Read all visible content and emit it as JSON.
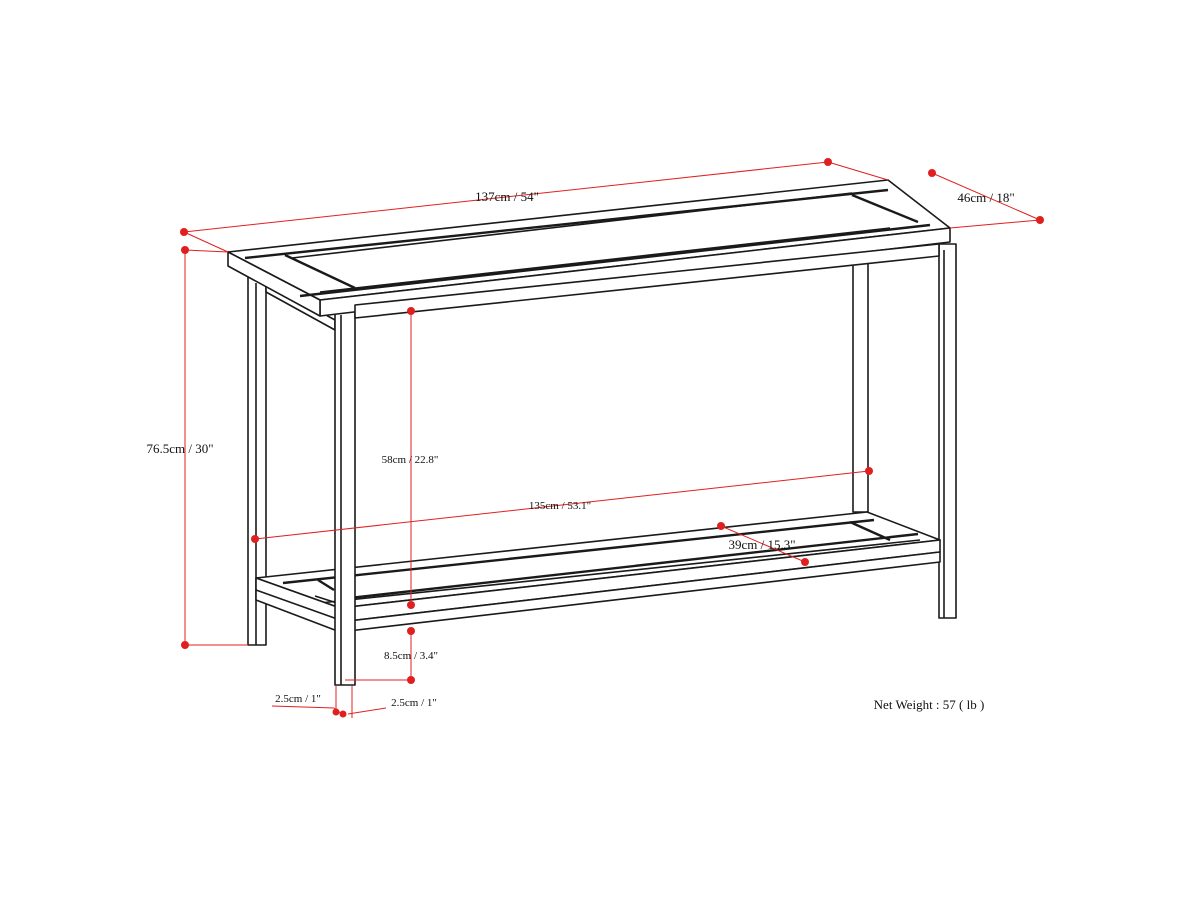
{
  "dimensions": {
    "overall_width": "137cm / 54\"",
    "overall_depth": "46cm / 18\"",
    "overall_height": "76.5cm / 30\"",
    "clearance_under_top": "58cm / 22.8\"",
    "shelf_width": "135cm / 53.1\"",
    "shelf_depth": "39cm / 15.3\"",
    "shelf_height": "8.5cm / 3.4\"",
    "leg_width": "2.5cm / 1\"",
    "leg_depth": "2.5cm / 1\""
  },
  "net_weight": "Net Weight : 57 ( lb )",
  "colors": {
    "outline": "#1a1a1a",
    "dimension": "#e02020",
    "background": "#ffffff"
  }
}
